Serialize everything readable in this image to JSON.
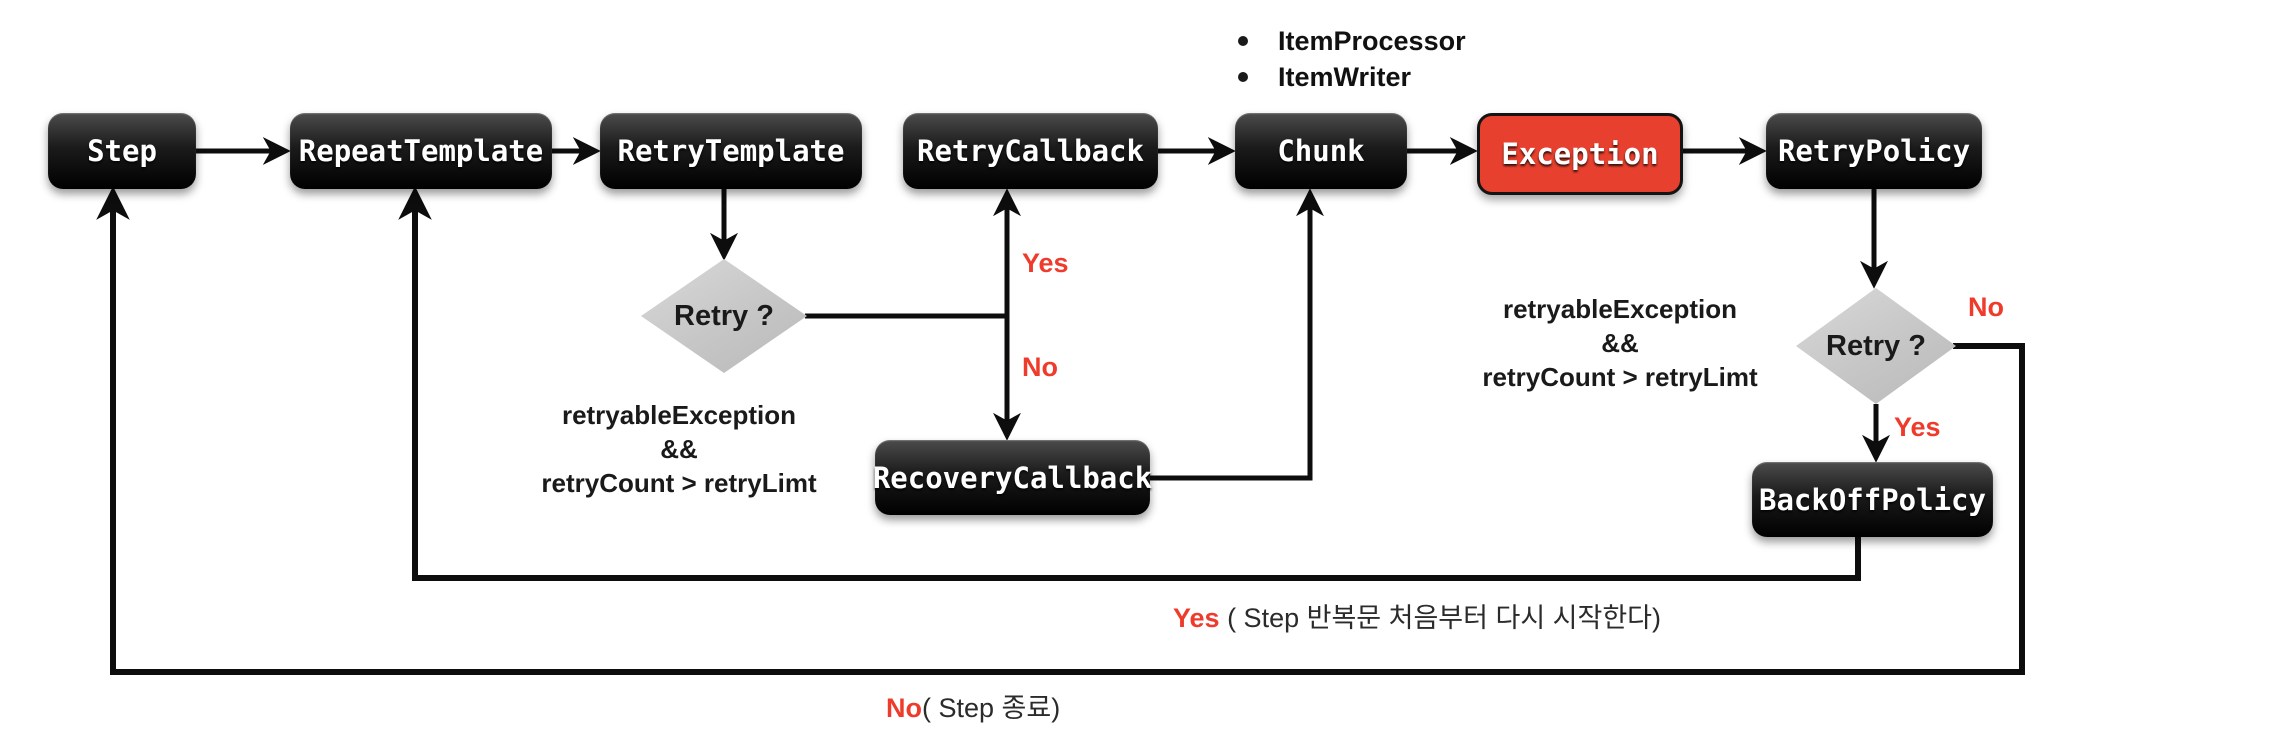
{
  "diagram": {
    "title_context": "Spring Batch retry flow diagram",
    "nodes": {
      "step": {
        "label": "Step"
      },
      "repeat_template": {
        "label": "RepeatTemplate"
      },
      "retry_template": {
        "label": "RetryTemplate"
      },
      "retry_callback": {
        "label": "RetryCallback"
      },
      "chunk": {
        "label": "Chunk"
      },
      "exception": {
        "label": "Exception",
        "color": "#e8402e"
      },
      "retry_policy": {
        "label": "RetryPolicy"
      },
      "recovery_callback": {
        "label": "RecoveryCallback"
      },
      "backoff_policy": {
        "label": "BackOffPolicy"
      },
      "decision_left": {
        "label": "Retry ?"
      },
      "decision_right": {
        "label": "Retry ?"
      }
    },
    "chunk_bullets": [
      {
        "text": "ItemProcessor"
      },
      {
        "text": "ItemWriter"
      }
    ],
    "conditions": {
      "left": {
        "line1": "retryableException",
        "line2": "&&",
        "line3": "retryCount > retryLimt"
      },
      "right": {
        "line1": "retryableException",
        "line2": "&&",
        "line3": "retryCount > retryLimt"
      }
    },
    "edge_labels": {
      "left_yes": "Yes",
      "left_no": "No",
      "right_no": "No",
      "right_yes": "Yes"
    },
    "loop_labels": {
      "yes_prefix": "Yes",
      "yes_text": " ( Step 반복문 처음부터 다시 시작한다)",
      "no_prefix": "No",
      "no_text": "( Step 종료)"
    },
    "colors": {
      "accent_red": "#ee3b2c",
      "node_black": "#000000",
      "diamond_gray": "#c9c9c9",
      "line_black": "#0d0d0d"
    }
  }
}
